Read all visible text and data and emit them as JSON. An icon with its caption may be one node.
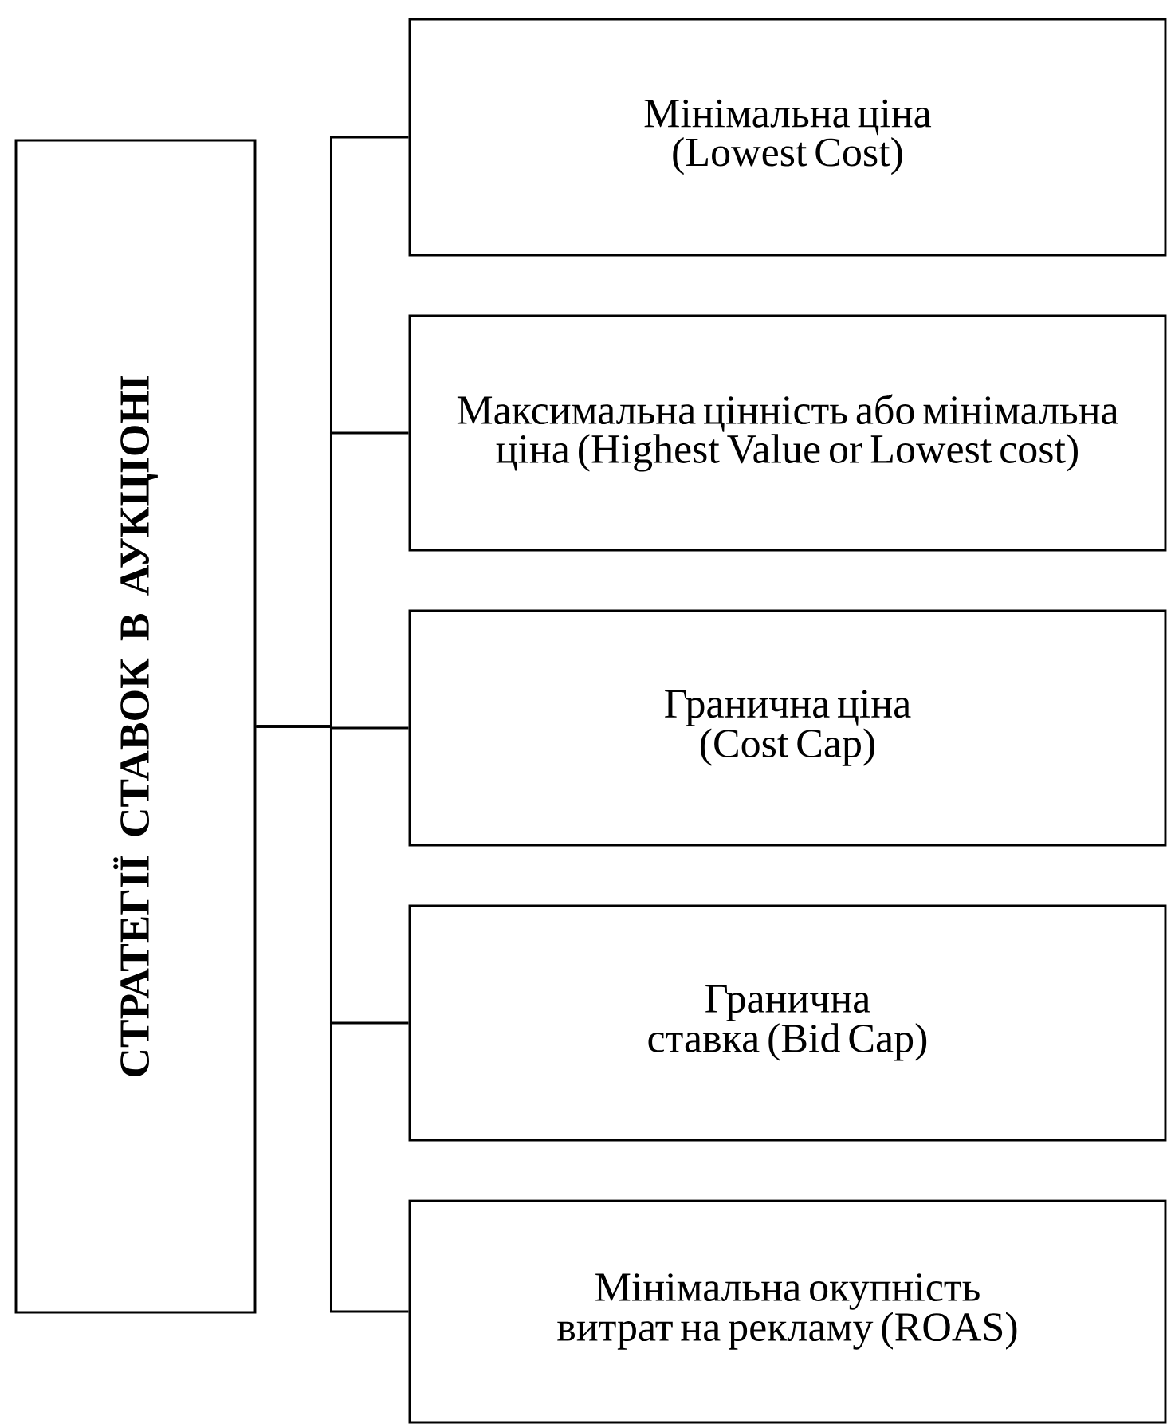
{
  "diagram": {
    "nodes": [
      {
        "text": [
          "СТРАТЕГІЇ СТАВОК В АУКЦІОНІ"
        ]
      },
      {
        "text": [
          "Мінімальна ціна (Lowest Cost)"
        ]
      },
      {
        "text": [
          "Максимальна цінність або мінімальна ціна (Highest Value or Lowest cost)"
        ]
      },
      {
        "text": [
          "Гранична ціна (Cost Cap)"
        ]
      },
      {
        "text": [
          "Гранична ставка (Bid Cap)"
        ]
      },
      {
        "text": [
          "Мінімальна окупність витрат на рекламу (ROAS)"
        ]
      }
    ],
    "edges": [
      {
        "from": 0,
        "to": 1,
        "arrow": "none"
      },
      {
        "from": 0,
        "to": 2,
        "arrow": "none"
      },
      {
        "from": 0,
        "to": 3,
        "arrow": "none"
      },
      {
        "from": 0,
        "to": 4,
        "arrow": "none"
      },
      {
        "from": 0,
        "to": 5,
        "arrow": "none"
      }
    ]
  }
}
